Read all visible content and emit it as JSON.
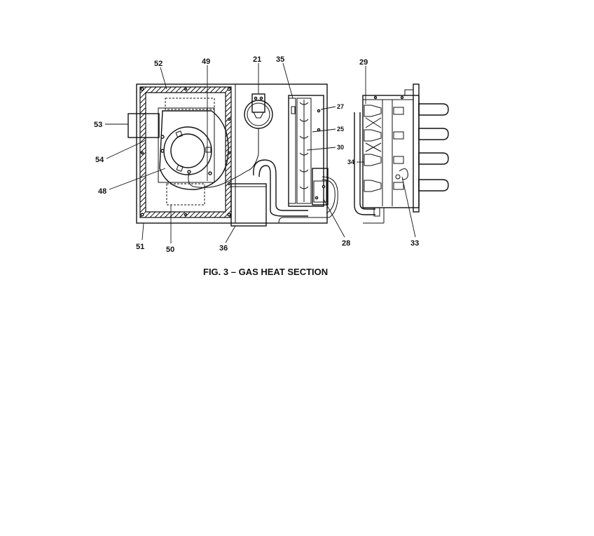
{
  "figure": {
    "caption": "FIG. 3 – GAS HEAT SECTION"
  },
  "callouts": {
    "c52": "52",
    "c49": "49",
    "c21": "21",
    "c35": "35",
    "c29": "29",
    "c27": "27",
    "c25": "25",
    "c30": "30",
    "c34": "34",
    "c53": "53",
    "c54": "54",
    "c48": "48",
    "c51": "51",
    "c50": "50",
    "c36": "36",
    "c28": "28",
    "c33": "33"
  },
  "colors": {
    "line": "#111111",
    "background": "#ffffff"
  }
}
